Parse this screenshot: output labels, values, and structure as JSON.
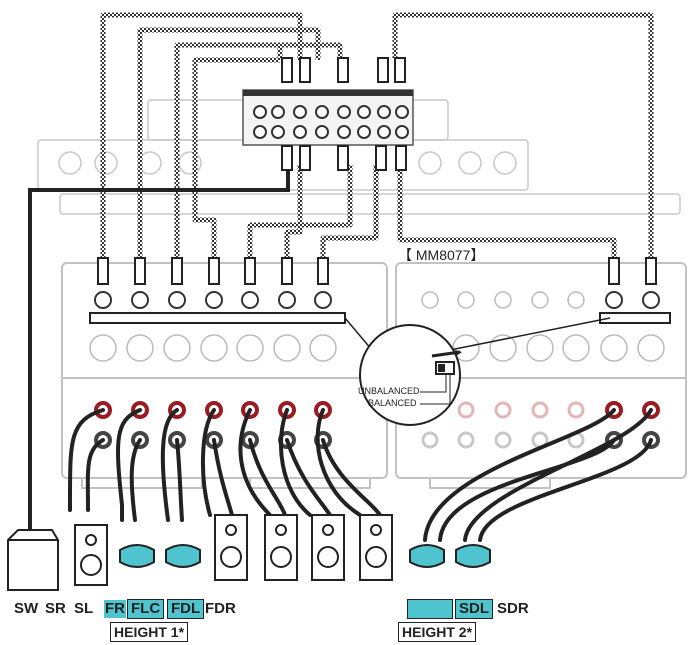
{
  "model_label": "【 MM8077】",
  "callout": {
    "unbalanced": "UNBALANCED",
    "balanced": "BALANCED"
  },
  "speakers": {
    "sw": "SW",
    "sr": "SR",
    "sl": "SL",
    "fr": "FR",
    "flc": "FLC",
    "fdl": "FDL",
    "fdr": "FDR",
    "sdl": "SDL",
    "sdr": "SDR"
  },
  "groups": {
    "height1": "HEIGHT 1*",
    "height2": "HEIGHT 2*"
  },
  "colors": {
    "speaker_cyan": "#4fc4cf",
    "jack_red": "#9b1b22",
    "cable": "#222222",
    "device_outline": "#bdbdbd"
  }
}
